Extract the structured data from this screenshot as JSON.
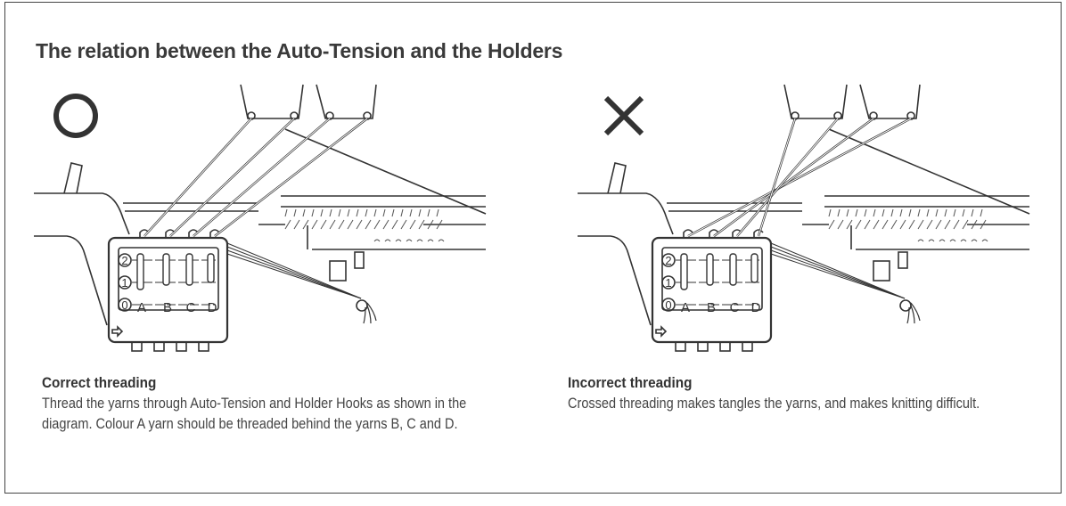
{
  "title": "The relation between the Auto-Tension and the Holders",
  "correct": {
    "symbol": "circle-mark",
    "heading": "Correct threading",
    "body": "Thread the yarns through Auto-Tension and Holder Hooks as shown in the diagram. Colour A yarn should be threaded behind the yarns B, C and D."
  },
  "incorrect": {
    "symbol": "cross-mark",
    "heading": "Incorrect threading",
    "body": "Crossed threading makes tangles the yarns, and makes knitting difficult."
  },
  "tension_labels": {
    "levels": [
      "2",
      "1",
      "0"
    ],
    "yarns": [
      "A",
      "B",
      "C",
      "D"
    ]
  }
}
